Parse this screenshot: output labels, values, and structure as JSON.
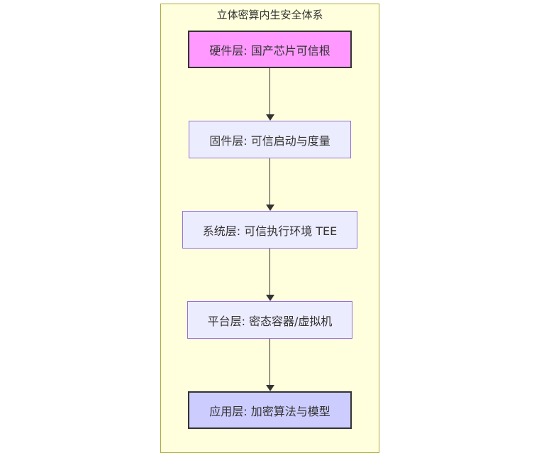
{
  "diagram": {
    "title": "立体密算内生安全体系",
    "direction": "top-to-bottom",
    "nodes": [
      {
        "id": "hardware",
        "label": "硬件层: 国产芯片可信根",
        "fill": "#ff99ff",
        "stroke": "#333333",
        "stroke_width": "2px"
      },
      {
        "id": "firmware",
        "label": "固件层: 可信启动与度量",
        "fill": "#ececff",
        "stroke": "#9370db",
        "stroke_width": "1px"
      },
      {
        "id": "system",
        "label": "系统层: 可信执行环境 TEE",
        "fill": "#ececff",
        "stroke": "#9370db",
        "stroke_width": "1px"
      },
      {
        "id": "platform",
        "label": "平台层: 密态容器/虚拟机",
        "fill": "#ececff",
        "stroke": "#9370db",
        "stroke_width": "1px"
      },
      {
        "id": "app",
        "label": "应用层: 加密算法与模型",
        "fill": "#ccccff",
        "stroke": "#333333",
        "stroke_width": "2px"
      }
    ],
    "edges": [
      {
        "from": "hardware",
        "to": "firmware"
      },
      {
        "from": "firmware",
        "to": "system"
      },
      {
        "from": "system",
        "to": "platform"
      },
      {
        "from": "platform",
        "to": "app"
      }
    ],
    "colors": {
      "cluster_fill": "#ffffde",
      "cluster_border": "#aaaa33",
      "arrow": "#333333",
      "text": "#333333",
      "page_background": "#ffffff"
    }
  }
}
